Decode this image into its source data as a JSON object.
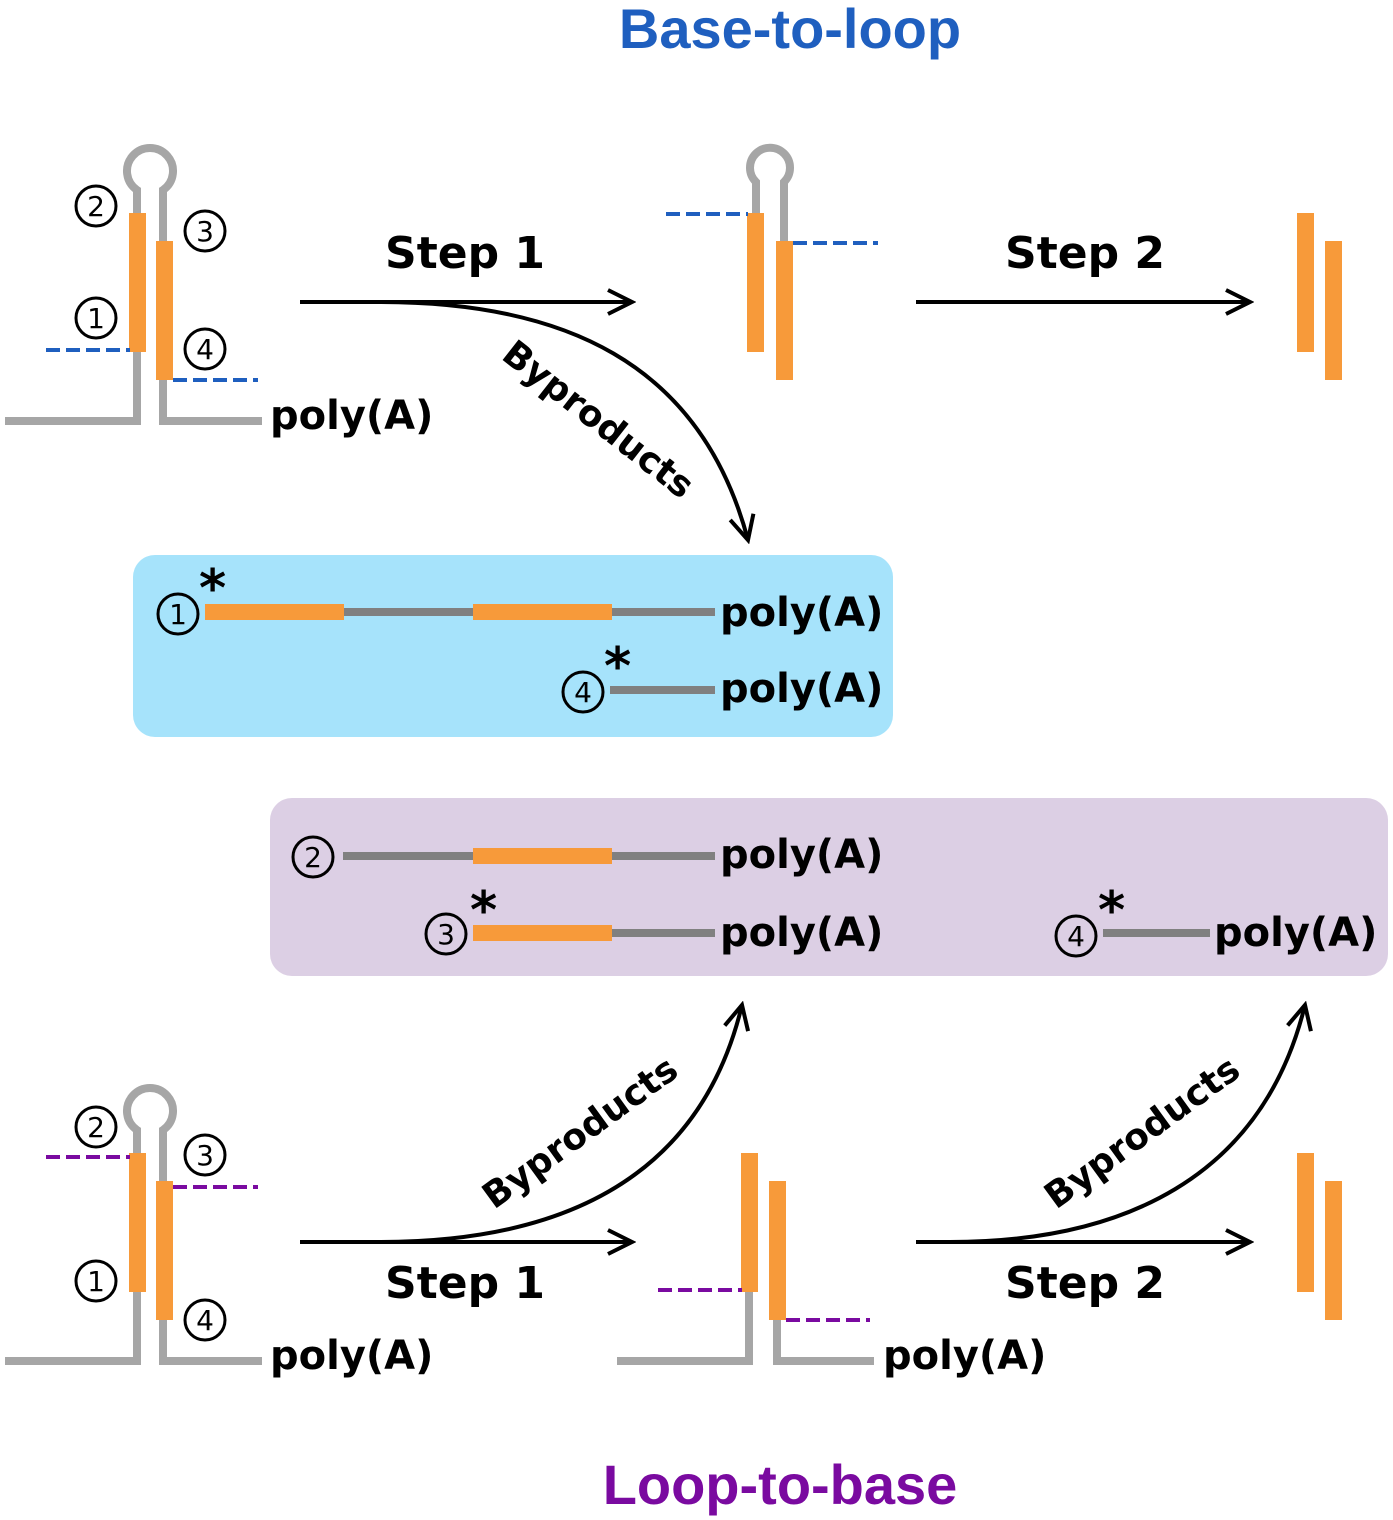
{
  "titles": {
    "top": "Base-to-loop",
    "bottom": "Loop-to-base"
  },
  "colors": {
    "top_title": "#1f5fbf",
    "bottom_title": "#7a0aa0",
    "strand_gray": "#a6a6a6",
    "byproduct_gray": "#808080",
    "orange": "#f79a3a",
    "blue_cut": "#1f5fbf",
    "purple_cut": "#7a0aa0",
    "blue_box": "#a6e3fb",
    "purple_box": "#dccfe4"
  },
  "labels": {
    "step1": "Step 1",
    "step2": "Step 2",
    "byproducts": "Byproducts",
    "poly_a": "poly(A)",
    "star": "*",
    "n1": "1",
    "n2": "2",
    "n3": "3",
    "n4": "4"
  }
}
